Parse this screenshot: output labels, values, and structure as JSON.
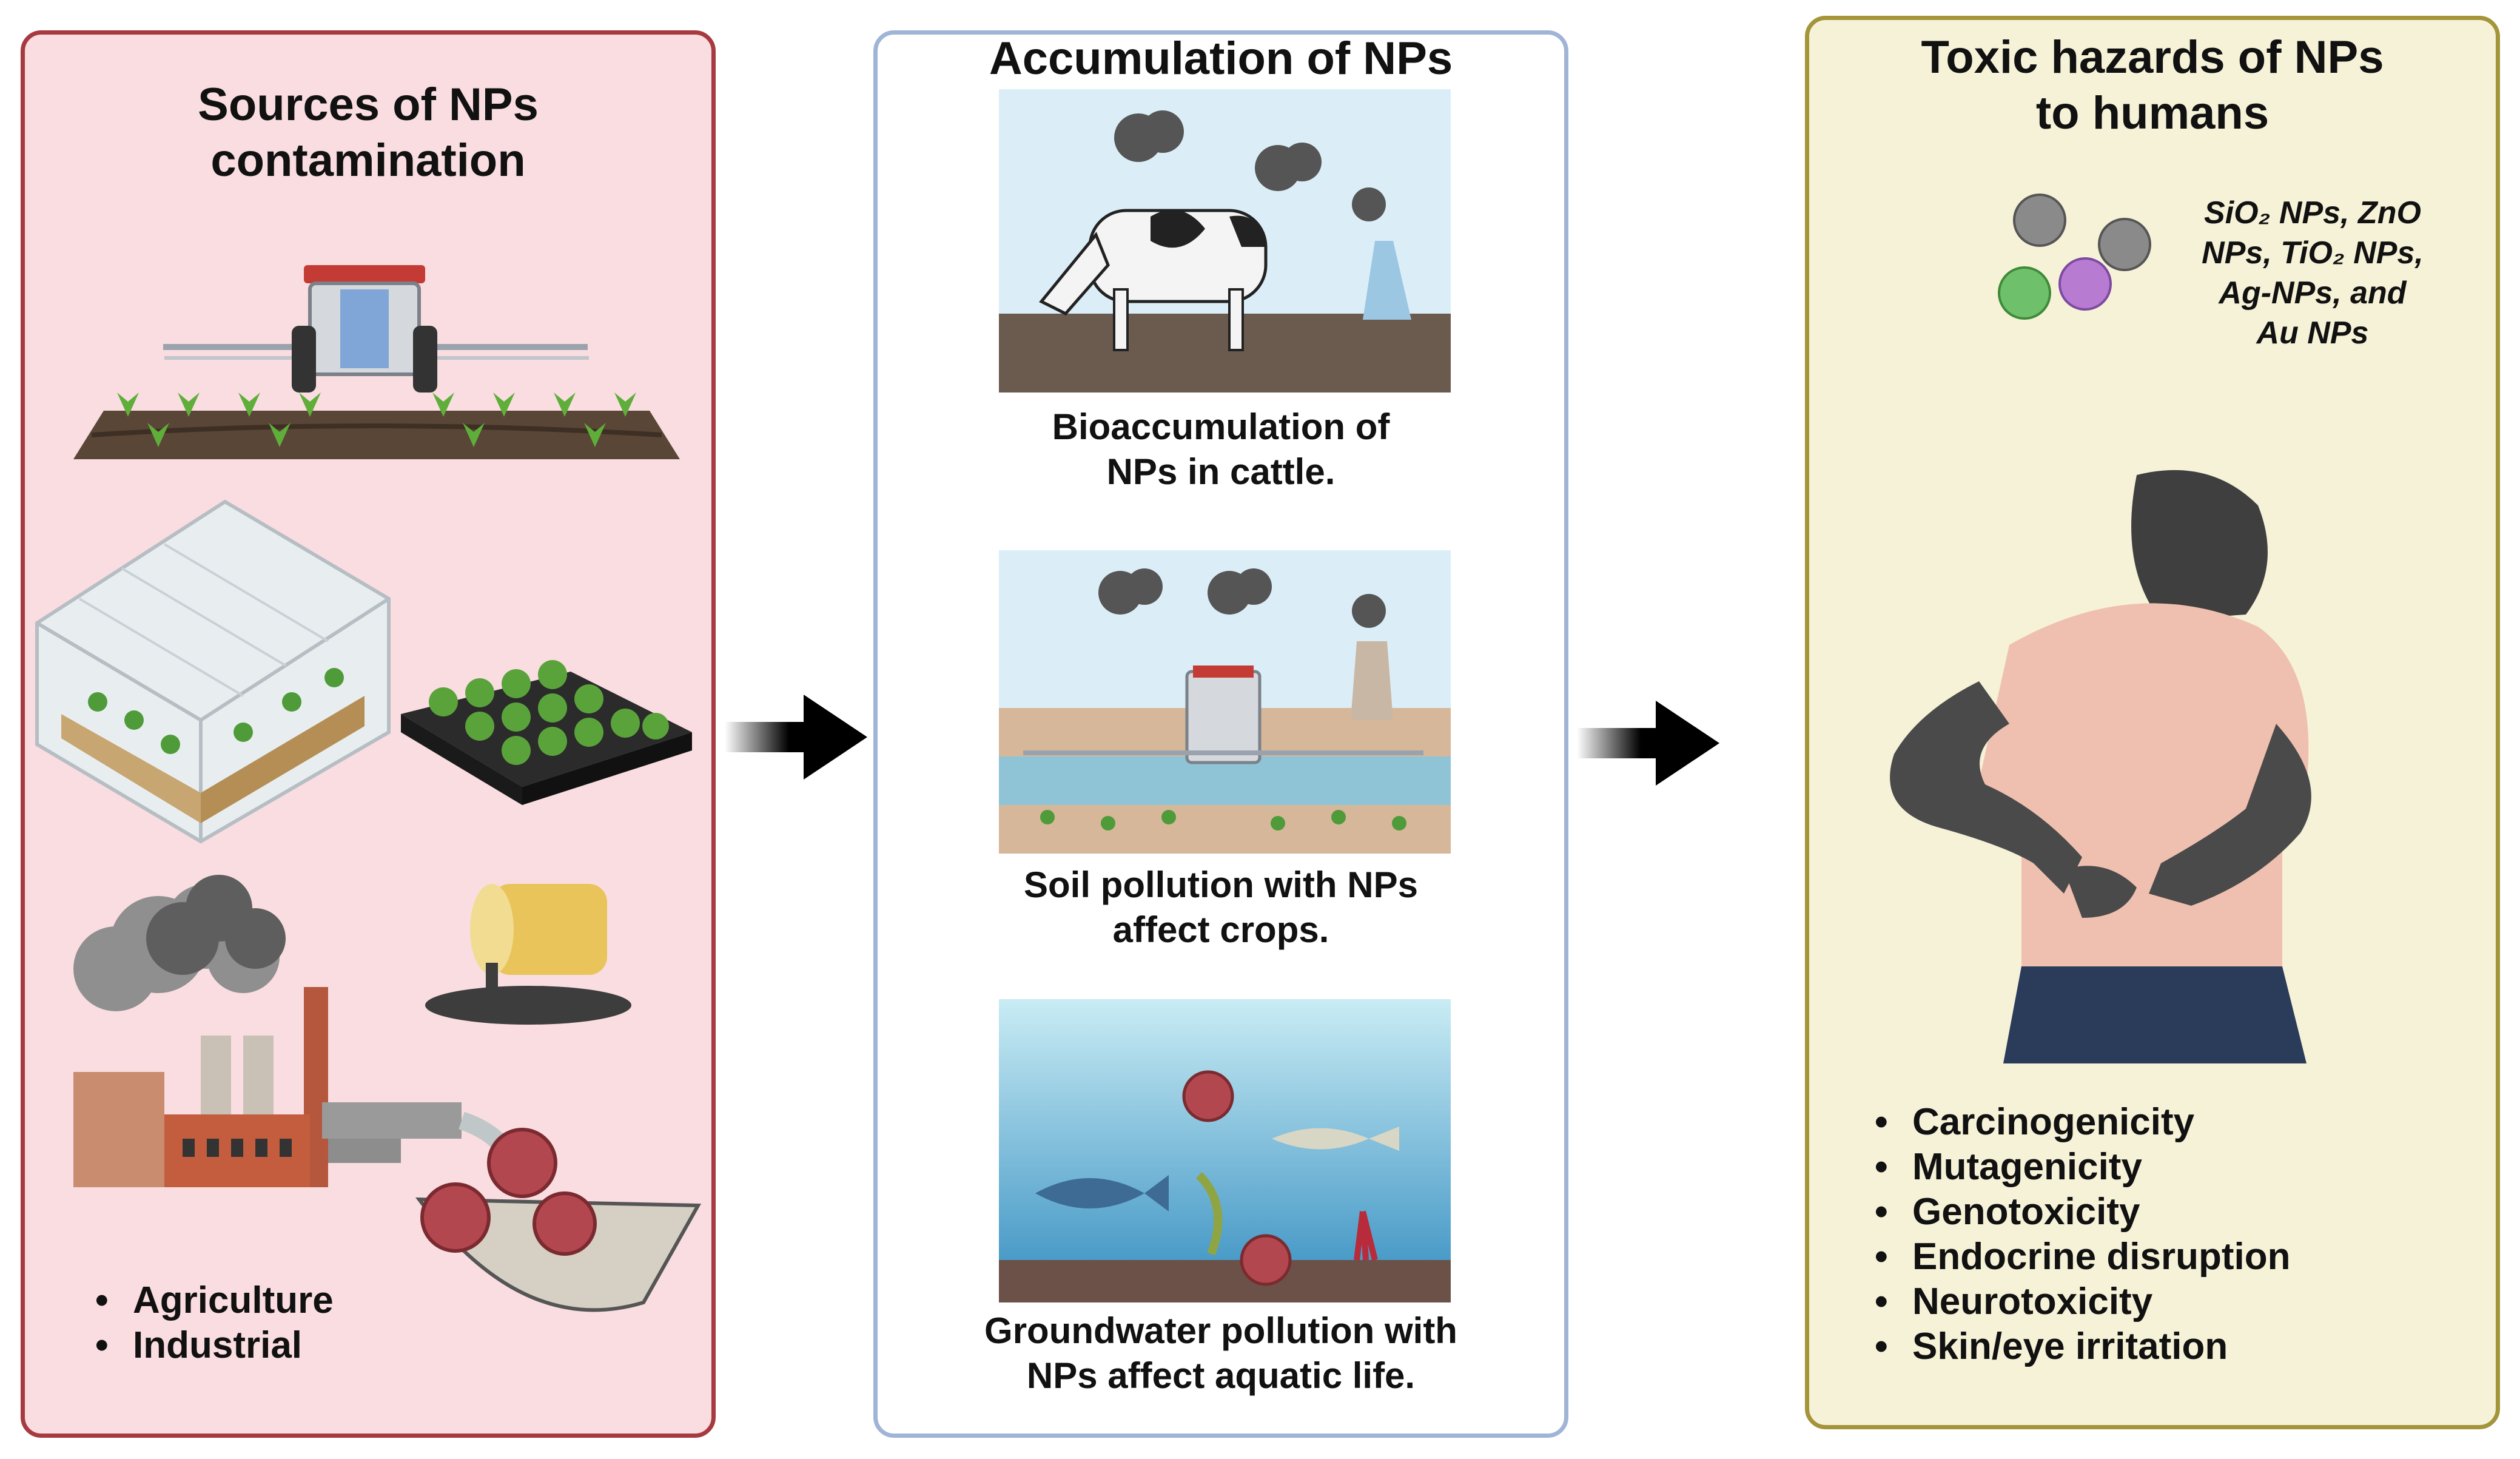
{
  "panels": {
    "sources": {
      "title_lines": [
        "Sources of NPs",
        "contamination"
      ],
      "bullets": [
        "Agriculture",
        "Industrial"
      ]
    },
    "accumulation": {
      "title": "Accumulation of NPs",
      "captions": [
        {
          "lines": [
            "Bioaccumulation of",
            "NPs  in cattle."
          ]
        },
        {
          "lines": [
            "Soil pollution with NPs",
            "affect crops."
          ]
        },
        {
          "lines": [
            "Groundwater pollution with",
            "NPs affect aquatic life."
          ]
        }
      ]
    },
    "hazards": {
      "title_lines": [
        "Toxic hazards of NPs",
        "to humans"
      ],
      "nanoparticle_lines": [
        "SiO₂ NPs, ZnO",
        "NPs, TiO₂ NPs,",
        "Ag-NPs, and",
        "Au NPs"
      ],
      "bullets": [
        "Carcinogenicity",
        "Mutagenicity",
        "Genotoxicity",
        "Endocrine disruption",
        "Neurotoxicity",
        "Skin/eye irritation"
      ]
    }
  },
  "colors": {
    "sources_fill": "#f9dde0",
    "sources_border": "#a63a40",
    "accum_border": "#9fb4d6",
    "hazards_fill": "#f6f2d8",
    "hazards_border": "#a4943a",
    "nanoparticle_red": "#b3474f"
  },
  "icons": [
    "tractor-sprayer-icon",
    "greenhouse-icon",
    "seedling-tray-icon",
    "factory-icon",
    "oil-barrel-icon",
    "nanoparticle-icon",
    "cow-icon",
    "fish-icon",
    "person-abdominal-pain-icon",
    "arrow-right-icon"
  ]
}
